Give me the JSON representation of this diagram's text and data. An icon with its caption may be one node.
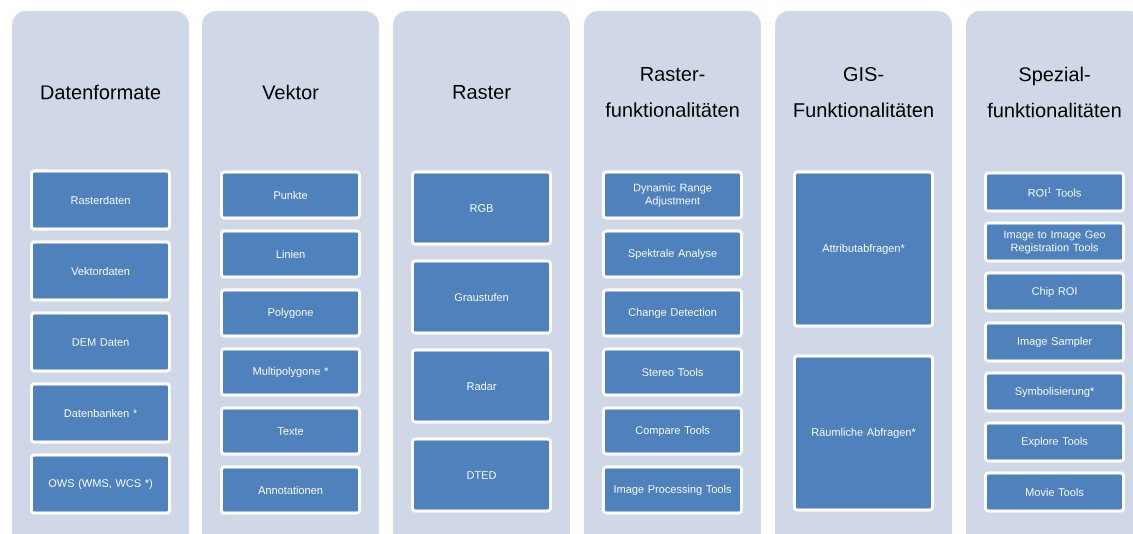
{
  "diagram": {
    "nodes": [
      {
        "text": [
          "Datenformate"
        ]
      },
      {
        "text": [
          "Rasterdaten"
        ],
        "in": 0
      },
      {
        "text": [
          "Vektordaten"
        ],
        "in": 0
      },
      {
        "text": [
          "DEM Daten"
        ],
        "in": 0
      },
      {
        "text": [
          "Datenbanken *"
        ],
        "in": 0
      },
      {
        "text": [
          "OWS (WMS, WCS *)"
        ],
        "in": 0
      },
      {
        "text": [
          "Vektor"
        ]
      },
      {
        "text": [
          "Punkte"
        ],
        "in": 6
      },
      {
        "text": [
          "Linien"
        ],
        "in": 6
      },
      {
        "text": [
          "Polygone"
        ],
        "in": 6
      },
      {
        "text": [
          "Multipolygone *"
        ],
        "in": 6
      },
      {
        "text": [
          "Texte"
        ],
        "in": 6
      },
      {
        "text": [
          "Annotationen"
        ],
        "in": 6
      },
      {
        "text": [
          "Raster"
        ]
      },
      {
        "text": [
          "RGB"
        ],
        "in": 13
      },
      {
        "text": [
          "Graustufen"
        ],
        "in": 13
      },
      {
        "text": [
          "Radar"
        ],
        "in": 13
      },
      {
        "text": [
          "DTED"
        ],
        "in": 13
      },
      {
        "text": [
          "Raster- funktionalitäten"
        ]
      },
      {
        "text": [
          "Dynamic Range Adjustment"
        ],
        "in": 18
      },
      {
        "text": [
          "Spektrale Analyse"
        ],
        "in": 18
      },
      {
        "text": [
          "Change Detection"
        ],
        "in": 18
      },
      {
        "text": [
          "Stereo Tools"
        ],
        "in": 18
      },
      {
        "text": [
          "Compare Tools"
        ],
        "in": 18
      },
      {
        "text": [
          "Image Processing Tools"
        ],
        "in": 18
      },
      {
        "text": [
          "GIS- Funktionalitäten"
        ]
      },
      {
        "text": [
          "Attributabfragen*"
        ],
        "in": 25
      },
      {
        "text": [
          "Räumliche Abfragen*"
        ],
        "in": 25
      },
      {
        "text": [
          "Spezial- funktionalitäten"
        ]
      },
      {
        "text": [
          "ROI$^{1}$ Tools"
        ],
        "in": 28
      },
      {
        "text": [
          "Image to Image Geo Registration Tools"
        ],
        "in": 28
      },
      {
        "text": [
          "Chip ROI"
        ],
        "in": 28
      },
      {
        "text": [
          "Image Sampler"
        ],
        "in": 28
      },
      {
        "text": [
          "Symbolisierung*"
        ],
        "in": 28
      },
      {
        "text": [
          "Explore Tools"
        ],
        "in": 28
      },
      {
        "text": [
          "Movie Tools"
        ],
        "in": 28
      }
    ],
    "edges": []
  }
}
